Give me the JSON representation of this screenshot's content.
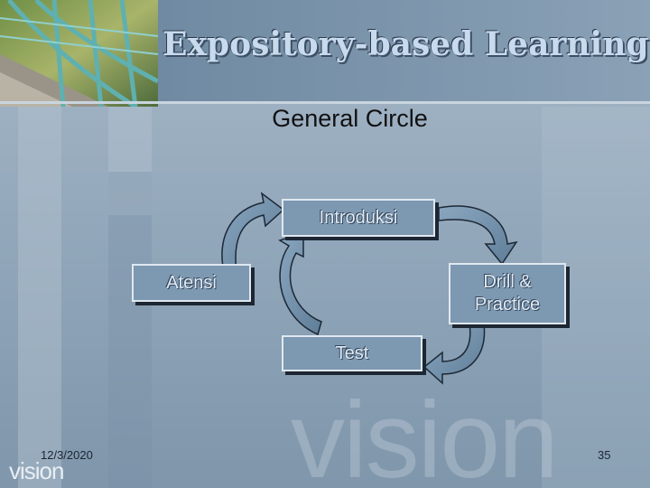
{
  "slide": {
    "title": "Expository-based Learning",
    "subtitle": "General Circle"
  },
  "diagram": {
    "nodes": {
      "introduksi": "Introduksi",
      "atensi": "Atensi",
      "drill_practice_line1": "Drill &",
      "drill_practice_line2": "Practice",
      "test": "Test"
    }
  },
  "footer": {
    "date": "12/3/2020",
    "page_number": "35",
    "logo": "vision",
    "watermark": "vision"
  },
  "colors": {
    "box_fill": "#7d98b1",
    "arrow_fill": "#6d8aa4",
    "title_text": "#c8daee"
  }
}
